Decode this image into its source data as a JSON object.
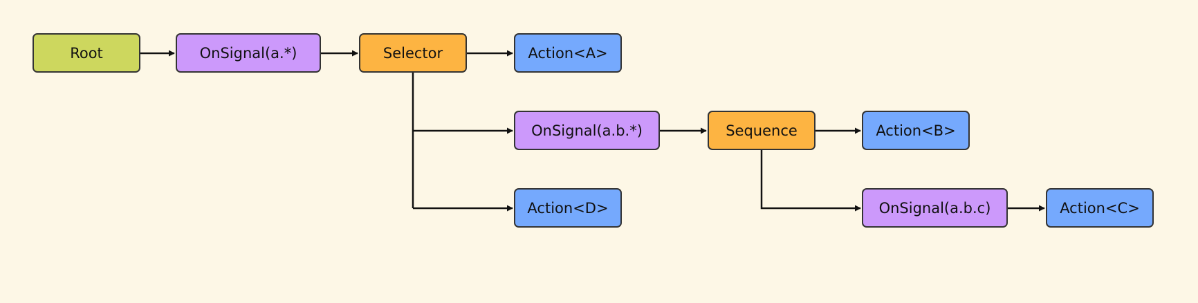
{
  "colors": {
    "background": "#fdf7e6",
    "root": "#cdd75e",
    "condition": "#cc99fb",
    "composite": "#fdb442",
    "action": "#75a9fd",
    "border": "#333333",
    "edge": "#111111"
  },
  "nodes": {
    "root": {
      "label": "Root",
      "kind": "root"
    },
    "onsig1": {
      "label": "OnSignal(a.*)",
      "kind": "condition"
    },
    "selector": {
      "label": "Selector",
      "kind": "composite"
    },
    "actA": {
      "label": "Action<A>",
      "kind": "action"
    },
    "onsig2": {
      "label": "OnSignal(a.b.*)",
      "kind": "condition"
    },
    "sequence": {
      "label": "Sequence",
      "kind": "composite"
    },
    "actB": {
      "label": "Action<B>",
      "kind": "action"
    },
    "actD": {
      "label": "Action<D>",
      "kind": "action"
    },
    "onsig3": {
      "label": "OnSignal(a.b.c)",
      "kind": "condition"
    },
    "actC": {
      "label": "Action<C>",
      "kind": "action"
    }
  },
  "edges": [
    {
      "from": "root",
      "to": "onsig1"
    },
    {
      "from": "onsig1",
      "to": "selector"
    },
    {
      "from": "selector",
      "to": "actA"
    },
    {
      "from": "selector",
      "to": "onsig2"
    },
    {
      "from": "selector",
      "to": "actD"
    },
    {
      "from": "onsig2",
      "to": "sequence"
    },
    {
      "from": "sequence",
      "to": "actB"
    },
    {
      "from": "sequence",
      "to": "onsig3"
    },
    {
      "from": "onsig3",
      "to": "actC"
    }
  ]
}
